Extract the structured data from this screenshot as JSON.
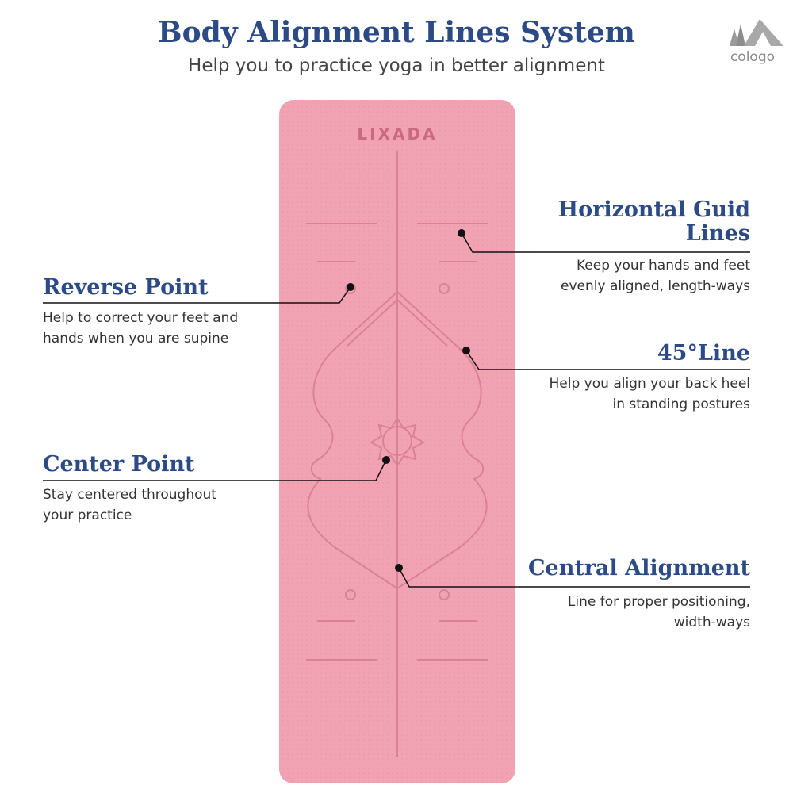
{
  "header": {
    "title": "Body Alignment Lines System",
    "subtitle": "Help you to practice yoga in better alignment"
  },
  "logo": {
    "text": "cologo",
    "icon": "trees-tent-icon"
  },
  "mat": {
    "brand": "LIXADA",
    "color": "#f2a3b3",
    "line_color": "#d97f93"
  },
  "callouts": {
    "reverse": {
      "heading": "Reverse Point",
      "desc1": "Help to correct your feet and",
      "desc2": "hands when you are supine"
    },
    "center": {
      "heading": "Center Point",
      "desc1": "Stay centered throughout",
      "desc2": "your practice"
    },
    "horizontal": {
      "heading1": "Horizontal Guid",
      "heading2": "Lines",
      "desc1": "Keep your hands and feet",
      "desc2": "evenly aligned, length-ways"
    },
    "deg45": {
      "heading": "45°Line",
      "desc1": "Help you align your back heel",
      "desc2": "in standing postures"
    },
    "central": {
      "heading": "Central Alignment",
      "desc1": "Line for proper positioning,",
      "desc2": "width-ways"
    }
  },
  "colors": {
    "heading": "#2b4a86",
    "text": "#333333"
  }
}
